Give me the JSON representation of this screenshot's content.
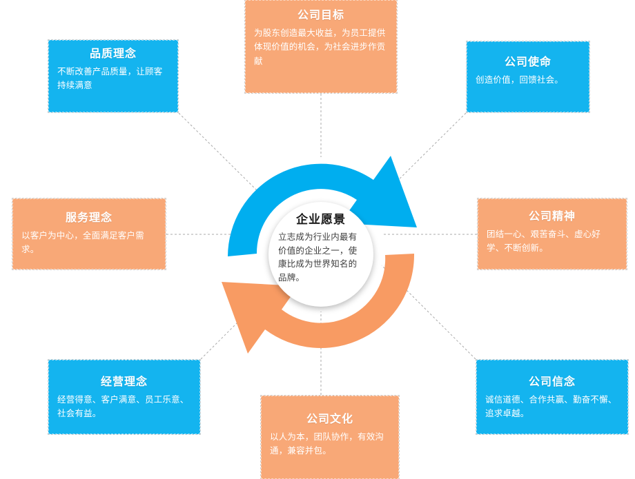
{
  "center": {
    "title": "企业愿景",
    "body": "立志成为行业内最有价值的企业之一，使康比成为世界知名的品牌。"
  },
  "colors": {
    "blue_box": "#14B4EF",
    "orange_box": "#F8A877",
    "blue_arrow": "#00AEEF",
    "orange_arrow": "#F89B63",
    "connector_line": "#A9A9A9",
    "text_on_box": "#FFFFFF",
    "center_title_text": "#1A1A1A"
  },
  "arrows": [
    {
      "name": "blue-clockwise-arrow",
      "color": "#00AEEF",
      "direction": "clockwise-top"
    },
    {
      "name": "orange-counterclockwise-arrow",
      "color": "#F89B63",
      "direction": "counterclockwise-bottom"
    }
  ],
  "nodes": [
    {
      "id": "node-quality",
      "name": "品质理念",
      "color": "blue",
      "title": "品质理念",
      "body": "不断改善产品质量，让顾客持续满意"
    },
    {
      "id": "node-goal",
      "name": "公司目标",
      "color": "orange",
      "title": "公司目标",
      "body": "为股东创造最大收益，为员工提供体现价值的机会，为社会进步作贡献"
    },
    {
      "id": "node-mission",
      "name": "公司使命",
      "color": "blue",
      "title": "公司使命",
      "body": "创造价值，回馈社会。"
    },
    {
      "id": "node-service",
      "name": "服务理念",
      "color": "orange",
      "title": "服务理念",
      "body": "以客户为中心，全面满足客户需求。"
    },
    {
      "id": "node-spirit",
      "name": "公司精神",
      "color": "orange",
      "title": "公司精神",
      "body": "团结一心、艰苦奋斗、虚心好学、不断创新。"
    },
    {
      "id": "node-operation",
      "name": "经营理念",
      "color": "blue",
      "title": "经营理念",
      "body": "经营得意、客户满意、员工乐意、社会有益。"
    },
    {
      "id": "node-culture",
      "name": "公司文化",
      "color": "orange",
      "title": "公司文化",
      "body": "以人为本，团队协作，有效沟通，兼容并包。"
    },
    {
      "id": "node-belief",
      "name": "公司信念",
      "color": "blue",
      "title": "公司信念",
      "body": "诚信道德、合作共赢、勤奋不懈、追求卓越。"
    }
  ]
}
